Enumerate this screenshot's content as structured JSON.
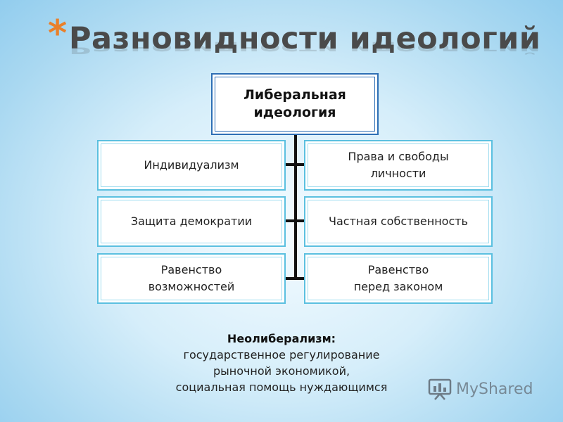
{
  "slide": {
    "title_bullet": "*",
    "title": "Разновидности идеологий"
  },
  "diagram": {
    "root": "Либеральная идеология",
    "left": [
      "Индивидуализм",
      "Защита демократии",
      "Равенство\nвозможностей"
    ],
    "right": [
      "Права и свободы\nличности",
      "Частная собственность",
      "Равенство\nперед законом"
    ]
  },
  "note": {
    "heading": "Неолиберализм:",
    "lines": [
      "государственное регулирование",
      "рыночной экономикой,",
      "социальная помощь нуждающимся"
    ]
  },
  "watermark": {
    "icon": "presentation-board-icon",
    "text": "MyShared"
  },
  "colors": {
    "accent_star": "#e9802a",
    "root_border": "#2e6fb5",
    "box_border": "#5bc0e0"
  }
}
